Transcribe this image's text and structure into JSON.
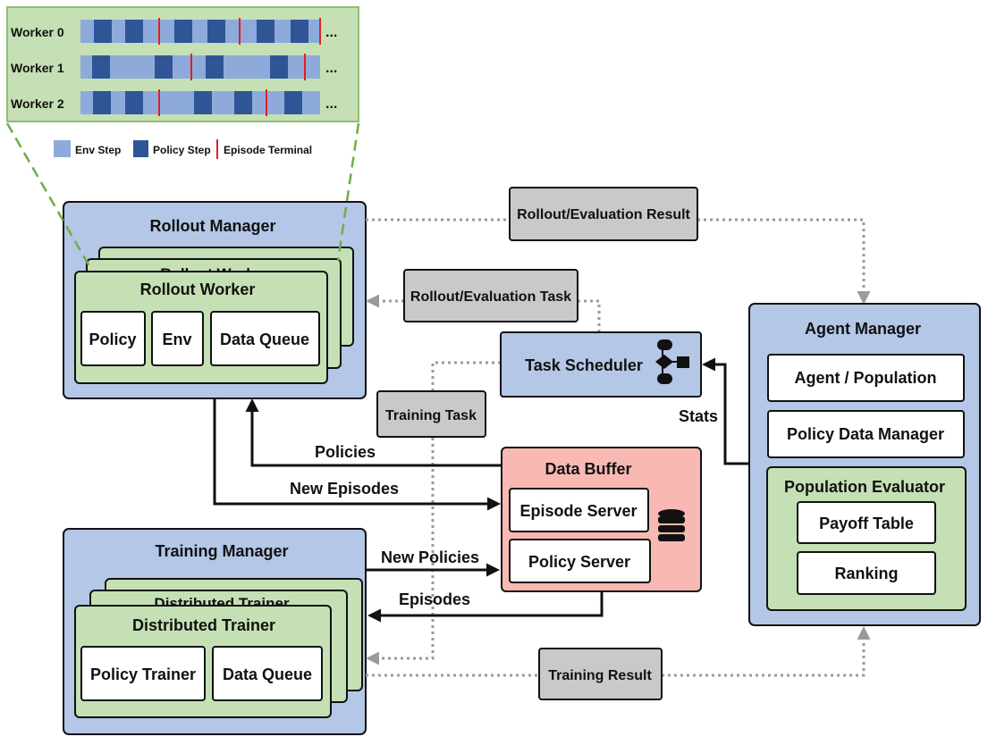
{
  "timeline": {
    "workers": [
      {
        "label": "Worker 0",
        "policy_blocks": [
          105,
          140,
          195,
          232,
          287,
          325
        ],
        "terminals": [
          178,
          268,
          358
        ]
      },
      {
        "label": "Worker 1",
        "policy_blocks": [
          103,
          173,
          230,
          302
        ],
        "terminals": [
          214,
          341
        ]
      },
      {
        "label": "Worker 2",
        "policy_blocks": [
          104,
          140,
          217,
          262,
          318
        ],
        "terminals": [
          178,
          298
        ]
      }
    ],
    "ellipsis": "...",
    "legend": {
      "env_step": "Env Step",
      "policy_step": "Policy Step",
      "episode_terminal": "Episode Terminal"
    },
    "colors": {
      "panel": "#c5e0b4",
      "env_step": "#8eaadb",
      "policy_step": "#2f5597",
      "terminal": "#e02020"
    }
  },
  "rollout_manager": {
    "title": "Rollout Manager",
    "worker_back_label": "Rollout Worker",
    "worker_title": "Rollout Worker",
    "items": [
      "Policy",
      "Env",
      "Data Queue"
    ]
  },
  "training_manager": {
    "title": "Training Manager",
    "trainer_back_label": "Distributed Trainer",
    "trainer_title": "Distributed Trainer",
    "items": [
      "Policy Trainer",
      "Data Queue"
    ]
  },
  "task_scheduler": {
    "title": "Task Scheduler"
  },
  "data_buffer": {
    "title": "Data Buffer",
    "items": [
      "Episode Server",
      "Policy Server"
    ]
  },
  "agent_manager": {
    "title": "Agent Manager",
    "items": [
      "Agent / Population",
      "Policy Data Manager"
    ],
    "evaluator": {
      "title": "Population Evaluator",
      "items": [
        "Payoff Table",
        "Ranking"
      ]
    }
  },
  "messages": {
    "rollout_result": "Rollout/Evaluation Result",
    "rollout_task": "Rollout/Evaluation Task",
    "training_task": "Training Task",
    "training_result": "Training Result"
  },
  "edge_labels": {
    "policies": "Policies",
    "new_episodes": "New Episodes",
    "new_policies": "New Policies",
    "episodes": "Episodes",
    "stats": "Stats"
  }
}
